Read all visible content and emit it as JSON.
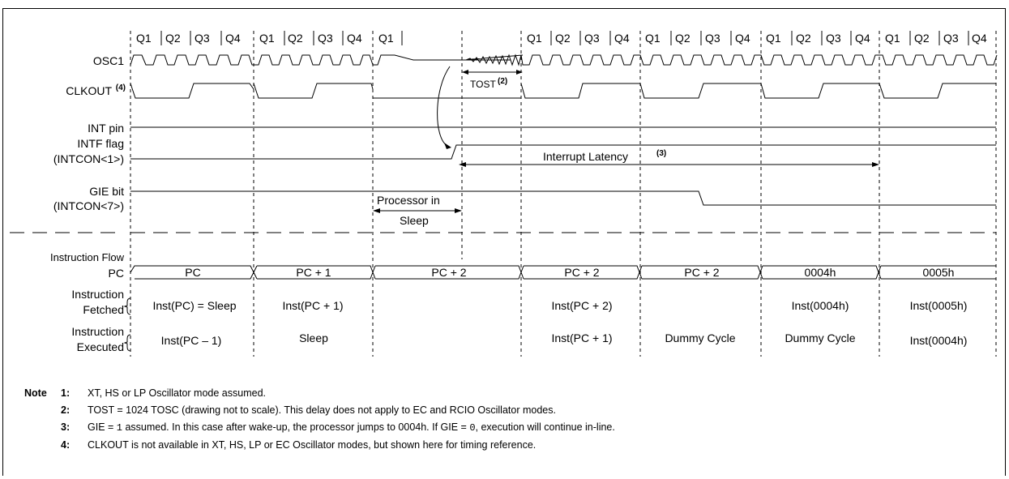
{
  "signals": {
    "osc1": "OSC1",
    "clkout": "CLKOUT",
    "clkout_sup": "(4)",
    "int_pin": "INT pin",
    "intf_1": "INTF flag",
    "intf_2": "(INTCON<1>)",
    "gie_1": "GIE bit",
    "gie_2": "(INTCON<7>)",
    "flow": "Instruction Flow",
    "pc": "PC",
    "fetched_1": "Instruction",
    "fetched_2": "Fetched",
    "executed_1": "Instruction",
    "executed_2": "Executed"
  },
  "q_labels": {
    "g1": [
      "Q1",
      "Q2",
      "Q3",
      "Q4"
    ],
    "g2": [
      "Q1",
      "Q2",
      "Q3",
      "Q4"
    ],
    "g3": [
      "Q1"
    ],
    "g4": [
      "Q1",
      "Q2",
      "Q3",
      "Q4"
    ],
    "g5": [
      "Q1",
      "Q2",
      "Q3",
      "Q4"
    ],
    "g6": [
      "Q1",
      "Q2",
      "Q3",
      "Q4"
    ],
    "g7": [
      "Q1",
      "Q2",
      "Q3",
      "Q4"
    ]
  },
  "annotations": {
    "tost": "TOST",
    "tost_sup": "(2)",
    "latency": "Interrupt Latency",
    "latency_sup": "(3)",
    "sleep_1": "Processor in",
    "sleep_2": "Sleep"
  },
  "pc_values": [
    "PC",
    "PC + 1",
    "PC + 2",
    "PC + 2",
    "PC + 2",
    "0004h",
    "0005h"
  ],
  "fetched": [
    "Inst(PC) = Sleep",
    "Inst(PC + 1)",
    "Inst(PC + 2)",
    "Inst(0004h)",
    "Inst(0005h)"
  ],
  "executed": [
    "Inst(PC – 1)",
    "Sleep",
    "Inst(PC + 1)",
    "Dummy Cycle",
    "Dummy Cycle",
    "Inst(0004h)"
  ],
  "notes": {
    "label": "Note",
    "items": [
      {
        "num": "1:",
        "text": "XT, HS or LP Oscillator mode assumed."
      },
      {
        "num": "2:",
        "text": "TOST = 1024 TOSC (drawing not to scale). This delay does not apply to EC and RCIO Oscillator modes."
      },
      {
        "num": "3:",
        "pre": "GIE = ",
        "code1": "1",
        "mid": " assumed. In this case after wake-up, the processor jumps to 0004h. If GIE = ",
        "code2": "0",
        "post": ", execution will continue in-line."
      },
      {
        "num": "4:",
        "text": "CLKOUT is not available in XT, HS, LP or EC Oscillator modes, but shown here for timing reference."
      }
    ]
  }
}
